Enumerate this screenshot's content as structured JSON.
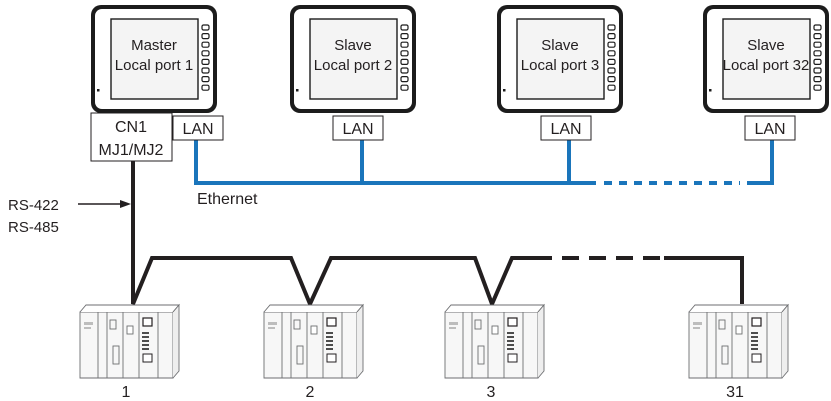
{
  "colors": {
    "ethernet_line": "#1a75bb",
    "serial_line": "#231f20",
    "bezel": "#1c1c1c",
    "screen": "#f4f4f4",
    "plc_body": "#f7f7f7",
    "plc_outline": "#6d6e71"
  },
  "displays": [
    {
      "role": "Master",
      "port": "Local port 1",
      "lan": "LAN"
    },
    {
      "role": "Slave",
      "port": "Local port 2",
      "lan": "LAN"
    },
    {
      "role": "Slave",
      "port": "Local port 3",
      "lan": "LAN"
    },
    {
      "role": "Slave",
      "port": "Local port 32",
      "lan": "LAN"
    }
  ],
  "master_connector": {
    "line1": "CN1",
    "line2": "MJ1/MJ2"
  },
  "network": {
    "ethernet_label": "Ethernet"
  },
  "serial": {
    "line1": "RS-422",
    "line2": "RS-485"
  },
  "plcs": [
    {
      "number": "1"
    },
    {
      "number": "2"
    },
    {
      "number": "3"
    },
    {
      "number": "31"
    }
  ]
}
